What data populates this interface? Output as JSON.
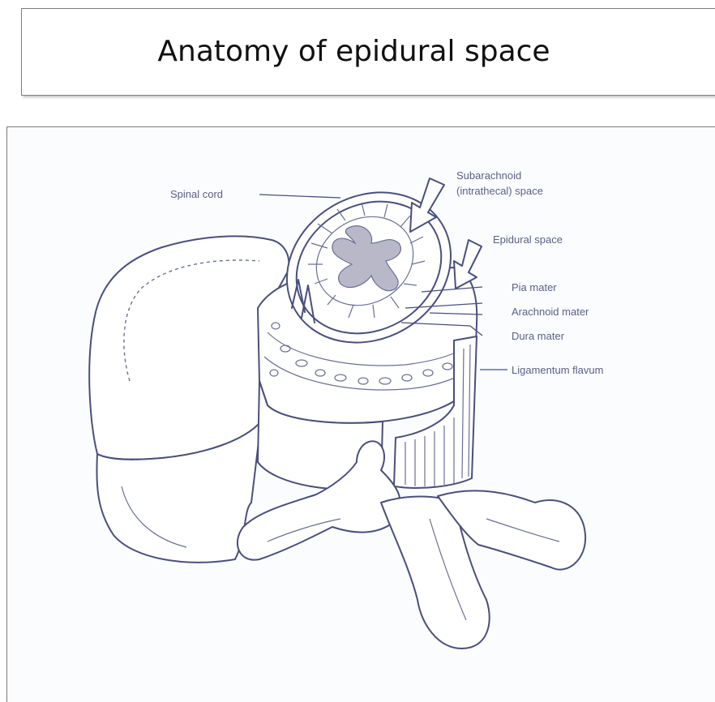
{
  "title": "Anatomy of epidural space",
  "diagram": {
    "labels": {
      "spinal_cord": "Spinal cord",
      "subarachnoid_line1": "Subarachnoid",
      "subarachnoid_line2": "(intrathecal) space",
      "epidural_space": "Epidural space",
      "pia_mater": "Pia mater",
      "arachnoid_mater": "Arachnoid mater",
      "dura_mater": "Dura mater",
      "ligamentum_flavum": "Ligamentum flavum"
    },
    "colors": {
      "line": "#4a4f7c",
      "label": "#5a5f86",
      "grey_matter": "#b9b8c9",
      "background": "#fbfcfe"
    }
  }
}
